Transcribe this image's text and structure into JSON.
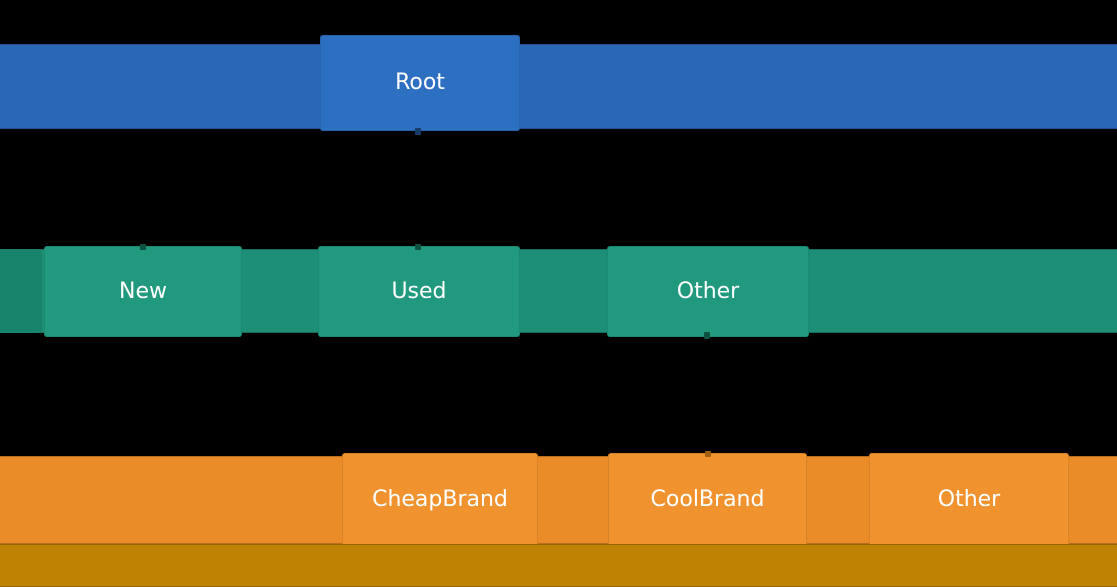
{
  "canvas": {
    "background": "#000000",
    "text_color": "#ffffff"
  },
  "tree": {
    "levels": [
      {
        "depth": 0,
        "band_color": "#2a68b6",
        "node_color": "#2d70c2",
        "nodes": [
          {
            "label": "Root"
          }
        ]
      },
      {
        "depth": 1,
        "band_color": "#1c8f76",
        "left_cap_color": "#18846c",
        "node_color": "#20997f",
        "nodes": [
          {
            "label": "New"
          },
          {
            "label": "Used"
          },
          {
            "label": "Other"
          }
        ]
      },
      {
        "depth": 2,
        "band_color": "#ea8c28",
        "node_color": "#f0922e",
        "nodes": [
          {
            "label": "CheapBrand"
          },
          {
            "label": "CoolBrand"
          },
          {
            "label": "Other"
          }
        ]
      }
    ],
    "overflow_band_color": "#bf8203",
    "connector_colors": {
      "depth0": "#163c69",
      "depth1": "#0e5341",
      "depth2": "#a05f12"
    }
  }
}
